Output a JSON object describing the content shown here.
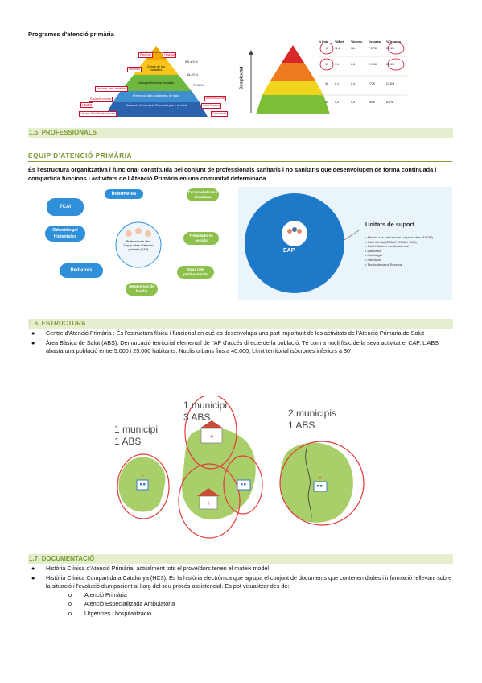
{
  "programs": {
    "title": "Programes d'atenció primària",
    "pyramid_left": {
      "levels": [
        "Gestió de casos",
        "Gestió de les malalties",
        "Autogestió de la malaltia",
        "Prevenció dels problemes de salut",
        "Promoció de la salut i Educació per a la salut"
      ],
      "left_tags": [
        "Pacients",
        "Pacients",
        "Pacients amb malalties",
        "Pacients crònics",
        "Usuaris",
        "Usuaris Baix Professionals"
      ],
      "right_tags": [
        "Hospital",
        "Atenció Social",
        "Salut Pública",
        "Ciutadania"
      ],
      "percents": [
        "0,5 a 5 %",
        "15-20 %",
        "70-80%"
      ]
    },
    "pyramid_right": {
      "axis_label": "Complexitat",
      "headers": [
        "% Pob.",
        "%Mort.",
        "%Ingres.",
        "Despesa",
        "%Despesa"
      ],
      "rows": [
        [
          "5",
          "11,2",
          "38,4",
          "7.073€",
          "35,4%"
        ],
        [
          "15",
          "1,1",
          "6,6",
          "2.124€",
          "32,5%"
        ],
        [
          "30",
          "0,1",
          "2,4",
          "777€",
          "23,6%"
        ],
        [
          "50",
          "0,0",
          "0,5",
          "164€",
          "8,5%"
        ]
      ]
    }
  },
  "s15": {
    "heading": "1.5. PROFESSIONALS",
    "subheading": "EQUIP D'ATENCIÓ PRIMÀRIA",
    "paragraph": "És l'estructura organitzativa i funcional constituïda pel conjunt de professionals sanitaris i no sanitaris que desenvolupen de forma continuada i compartida funcions i activitats de l'Atenció Primària en una comunitat determinada",
    "diagram": {
      "center": "Professionals dins l'equip bàsic d'atenció primària (EAP)",
      "roles_blue": [
        "Infermeres",
        "TCAI",
        "Odontòlegs/ higienistes",
        "Pediatres"
      ],
      "roles_green": [
        "Personal atenció ciutadana",
        "Treballadores socials",
        "Nous rols professionals",
        "Metges/ses de família"
      ]
    },
    "eap": {
      "label": "EAP",
      "support_title": "Unitats de suport",
      "support_items": [
        "Atenció a la salut sexual i reproductiva (ASSIR)",
        "Salut Mental (CSMIJ, CSMA i CAS)",
        "Salut Pública i mediambiental",
        "Laboratori",
        "Radiologia",
        "Farmàcia",
        "Tècnic de salut/ Recerca"
      ]
    }
  },
  "s16": {
    "heading": "1.6. ESTRUCTURA",
    "bullet1": "Centre d'Atenció Primària : És l'estructura física i funcional en què es desenvolupa una part important de les activitats de l'Atenció Primària de Salut",
    "bullet2": "Àrea Bàsica de Salut (ABS): Demarcació territorial elemental de l'AP d'accés directe de la població. Té com a nucli físic de la seva activitat el CAP. L'ABS abasta una població entre 5.000 i 25.000 habitants. Nuclis urbans fins a 40.000, Límit territorial isòcrones inferiors a 30'",
    "map_labels": {
      "a_line1": "1 municipi",
      "a_line2": "1 ABS",
      "b_line1": "1 municipi",
      "b_line2": "3 ABS",
      "c_line1": "2 municipis",
      "c_line2": "1 ABS"
    }
  },
  "s17": {
    "heading": "1.7. DOCUMENTACIÓ",
    "bullet1": "Història Clínica d'Atenció Primària: actualment tots el proveïdors tenen el mateix model",
    "bullet2": "Història Clínica Compartida a Catalunya (HC3): És la història electrònica que agrupa el conjunt de documents que contenen dades i informació rellevant sobre la situació i l'evolució d'un pacient al llarg del seu procés assistencial. Es pot visualitzar des de:",
    "sub_items": [
      "Atenció Primària",
      "Atenció Especialitzada Ambulatòria",
      "Urgències i hospitalització"
    ]
  },
  "colors": {
    "green": "#7a9a2f",
    "blue": "#2f8fd8",
    "red": "#c8102e"
  }
}
